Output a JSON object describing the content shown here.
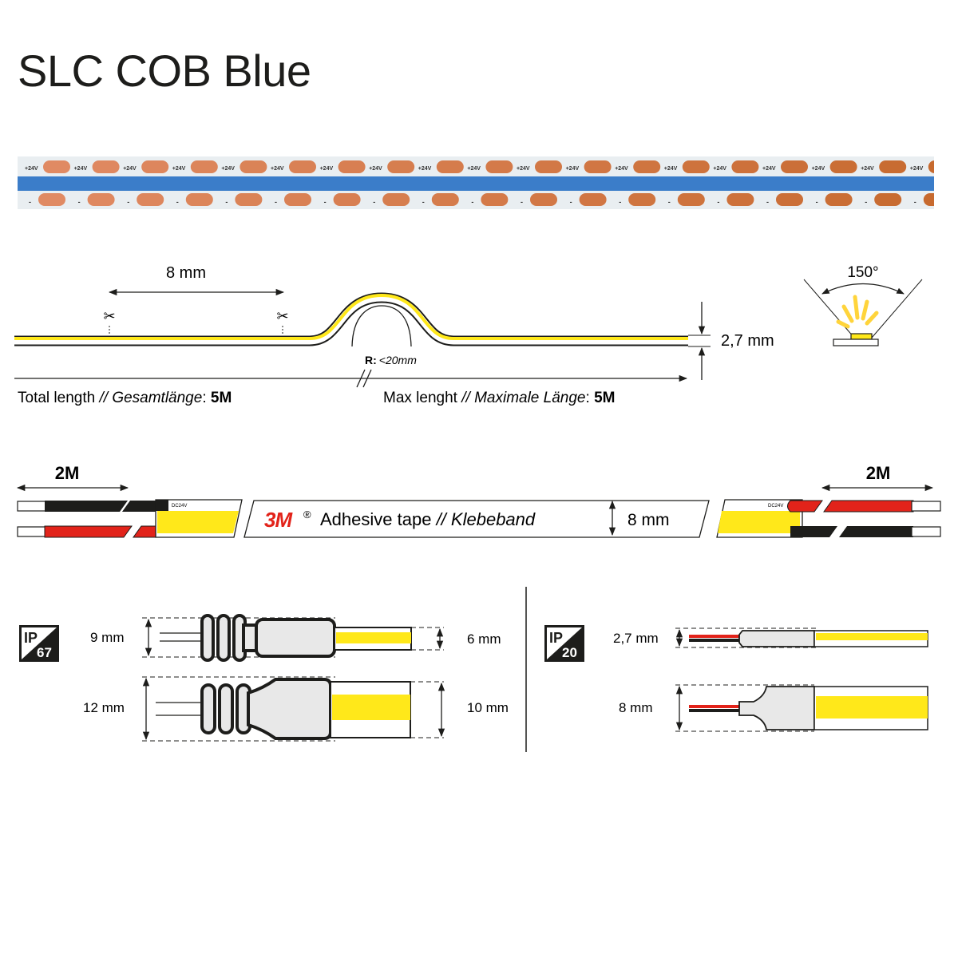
{
  "title": "SLC COB Blue",
  "colors": {
    "ink": "#1d1d1b",
    "strip_blue": "#3b7dc9",
    "strip_white": "#e9eef1",
    "chip_orange": "#e08a63",
    "chip_dark": "#c76a2f",
    "yellow": "#ffe81a",
    "red": "#e2231a",
    "black": "#1d1d1b",
    "grey_fill": "#e8e8e8",
    "logo_red": "#e2231a"
  },
  "strip": {
    "voltage_label": "+24V",
    "minus_label": "-"
  },
  "profile": {
    "cut_spacing": "8 mm",
    "height": "2,7 mm",
    "bend_radius_prefix": "R:",
    "bend_radius_value": "<20mm",
    "total_length_label": "Total length",
    "separator": "//",
    "total_length_de": "Gesamtlänge",
    "total_length_value": "5M",
    "max_length_label": "Max lenght",
    "max_length_de": "Maximale Länge",
    "max_length_value": "5M",
    "colon": ":",
    "cut_icon": "scissors-icon"
  },
  "beam_angle": "150°",
  "wiring": {
    "left_cable": "2M",
    "right_cable": "2M",
    "pcb_marking": "DC24V",
    "tape_logo": "3M",
    "registered": "®",
    "tape_label": "Adhesive tape",
    "separator": "//",
    "tape_label_de": "Klebeband",
    "tape_width": "8 mm"
  },
  "ip67": {
    "badge_top": "IP",
    "badge_bottom": "67",
    "small_connector_height": "9 mm",
    "small_strip_width": "6 mm",
    "large_connector_height": "12 mm",
    "large_strip_width": "10 mm"
  },
  "ip20": {
    "badge_top": "IP",
    "badge_bottom": "20",
    "thin_height": "2,7 mm",
    "wide_width": "8 mm"
  }
}
